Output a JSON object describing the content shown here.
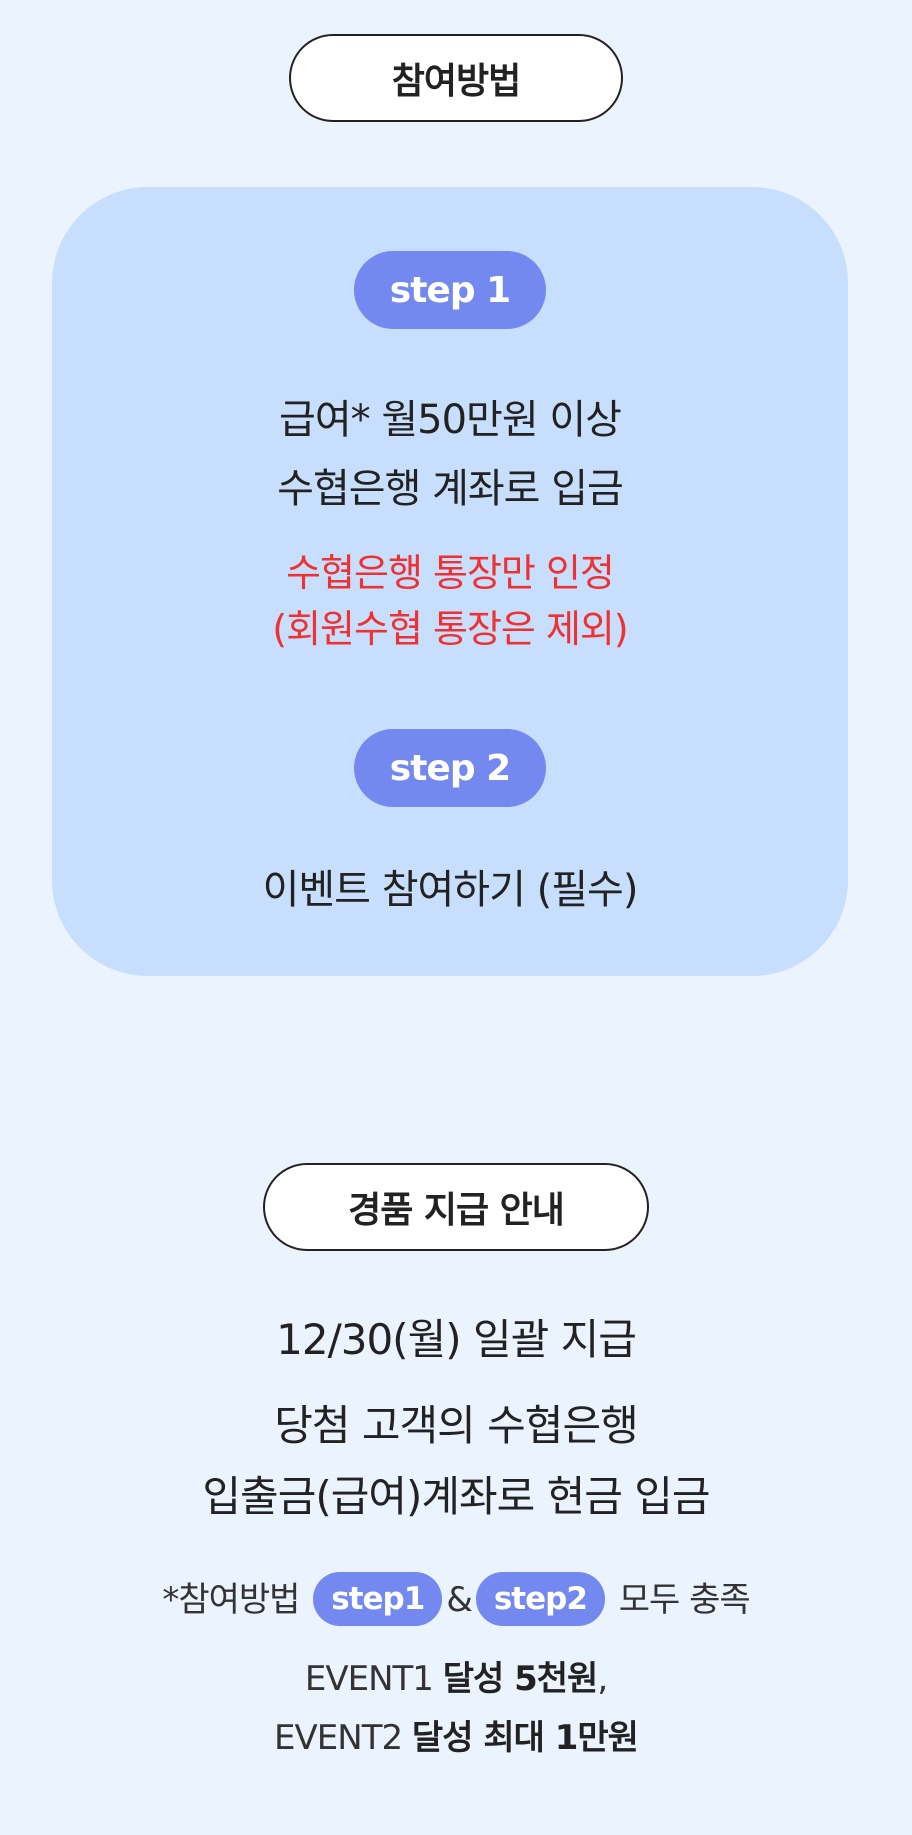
{
  "how_to": {
    "title": "참여방법",
    "step1": {
      "badge": "step 1",
      "line1": "급여* 월50만원 이상",
      "line2": "수협은행 계좌로 입금",
      "warning1": "수협은행 통장만 인정",
      "warning2": "(회원수협 통장은 제외)"
    },
    "step2": {
      "badge": "step 2",
      "line1": "이벤트 참여하기 (필수)"
    }
  },
  "prize": {
    "title": "경품 지급 안내",
    "date_line": "12/30(월) 일괄 지급",
    "line2": "당첨 고객의 수협은행",
    "line3": "입출금(급여)계좌로 현금 입금",
    "note": {
      "prefix": "*참여방법",
      "badge1": "step1",
      "amp": "&",
      "badge2": "step2",
      "suffix": "모두 충족"
    },
    "event1": {
      "label": "EVENT1",
      "value": "달성 5천원",
      "tail": ","
    },
    "event2": {
      "label": "EVENT2",
      "value": "달성 최대 1만원"
    }
  },
  "colors": {
    "background": "#eaf3fe",
    "card": "#c7dffd",
    "badge": "#7389ef",
    "warning": "#ef3131"
  }
}
